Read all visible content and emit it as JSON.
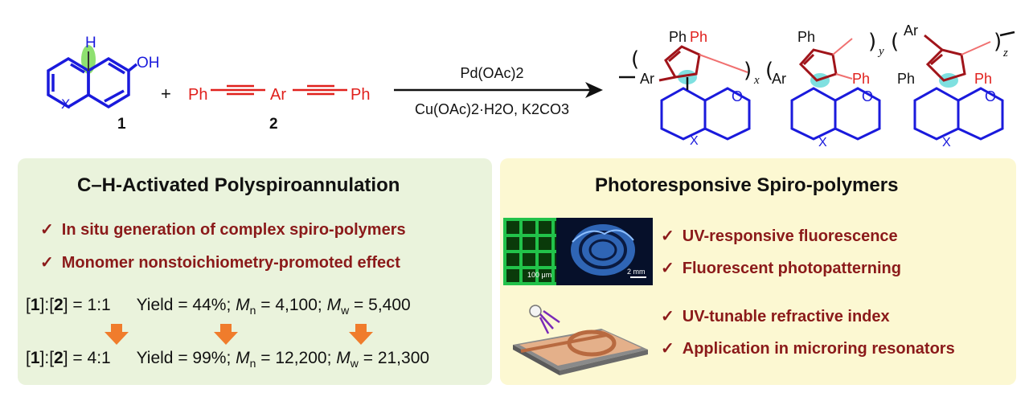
{
  "reaction": {
    "reactant1": {
      "substituent": "OH",
      "hetero_atom": "X",
      "hydrogen": "H",
      "number": "1"
    },
    "plus": "+",
    "reactant2": {
      "left": "Ph",
      "middle": "Ar",
      "right": "Ph",
      "number": "2"
    },
    "reagent_top": "Pd(OAc)2",
    "reagent_bottom": "Cu(OAc)2·H2O, K2CO3",
    "product": {
      "ph": "Ph",
      "ar": "Ar",
      "carbonyl_o": "O",
      "hetero_atom": "X",
      "sub_x": "x",
      "sub_y": "y",
      "sub_z": "z"
    }
  },
  "left_panel": {
    "title": "C–H-Activated Polyspiroannulation",
    "check_mark": "✓",
    "bullets": [
      "In situ generation of complex spiro-polymers",
      "Monomer nonstoichiometry-promoted effect"
    ],
    "rows": [
      {
        "ratio": "1:1",
        "yield": "44%",
        "mn": "4,100",
        "mw": "5,400"
      },
      {
        "ratio": "4:1",
        "yield": "99%",
        "mn": "12,200",
        "mw": "21,300"
      }
    ]
  },
  "right_panel": {
    "title": "Photoresponsive Spiro-polymers",
    "check_mark": "✓",
    "bullets": [
      "UV-responsive fluorescence",
      "Fluorescent photopatterning",
      "UV-tunable refractive index",
      "Application in microring resonators"
    ],
    "scale_grid": "100 μm",
    "scale_rose": "2 mm"
  },
  "colors": {
    "blue": "#1a1adc",
    "red": "#e0201c",
    "dark_red": "#a0141a",
    "pink": "#f07070",
    "arrow_orange": "#f07c2c",
    "left_bg": "#eaf3dc",
    "right_bg": "#fcf8d2",
    "cyan_highlight": "#7fe0e0",
    "green_highlight": "#8ee070"
  }
}
